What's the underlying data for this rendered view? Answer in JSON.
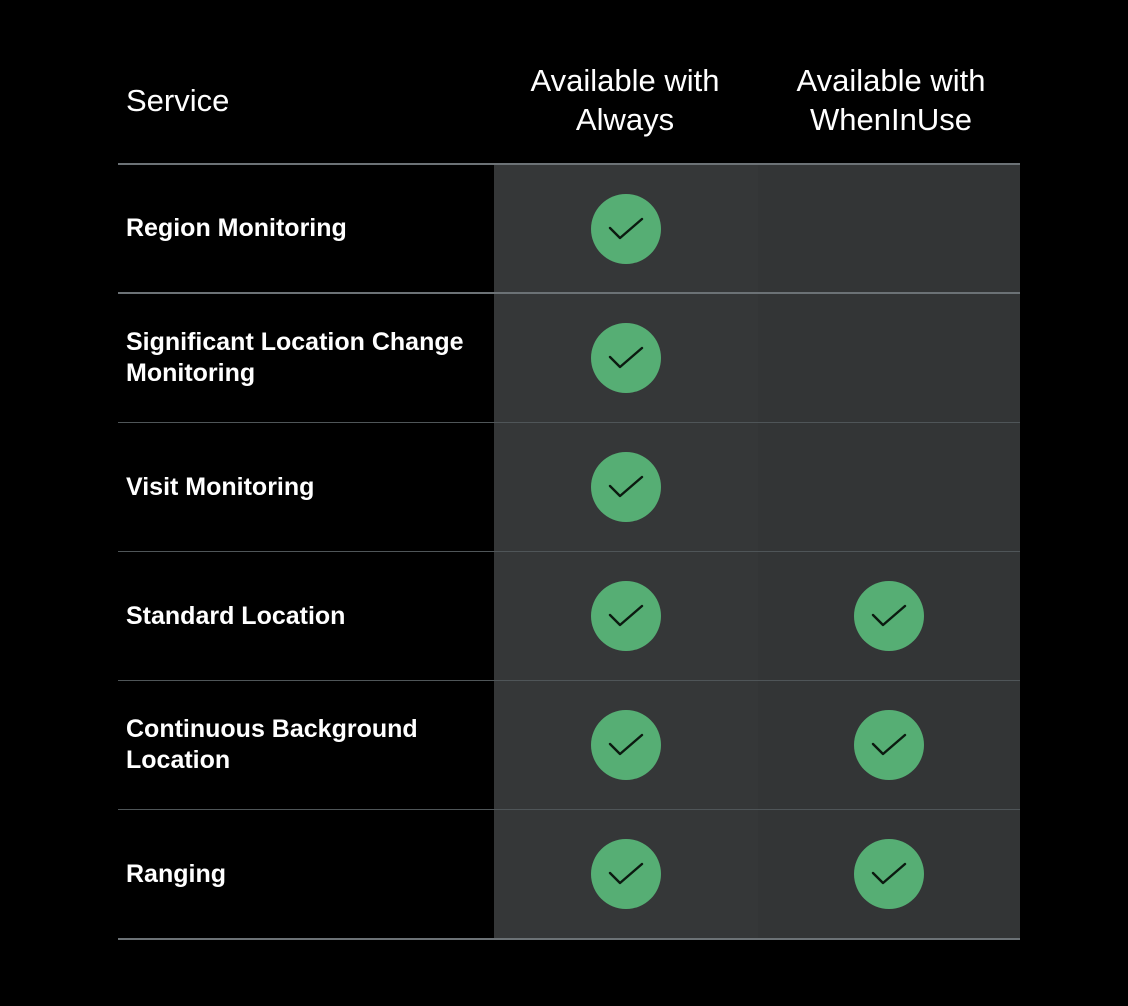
{
  "header": {
    "service": "Service",
    "always": "Available with\nAlways",
    "wheninuse": "Available with\nWhenInUse"
  },
  "colors": {
    "check_fill": "#56ae74",
    "check_mark": "#0b1a10",
    "column_bg": "#353738",
    "divider": "#6c7276"
  },
  "rows": [
    {
      "service": "Region Monitoring",
      "always": true,
      "wheninuse": false
    },
    {
      "service": "Significant Location Change\nMonitoring",
      "always": true,
      "wheninuse": false
    },
    {
      "service": "Visit Monitoring",
      "always": true,
      "wheninuse": false
    },
    {
      "service": "Standard Location",
      "always": true,
      "wheninuse": true
    },
    {
      "service": "Continuous Background\nLocation",
      "always": true,
      "wheninuse": true
    },
    {
      "service": "Ranging",
      "always": true,
      "wheninuse": true
    }
  ],
  "icons": {
    "available": "checkmark-circle-icon"
  }
}
